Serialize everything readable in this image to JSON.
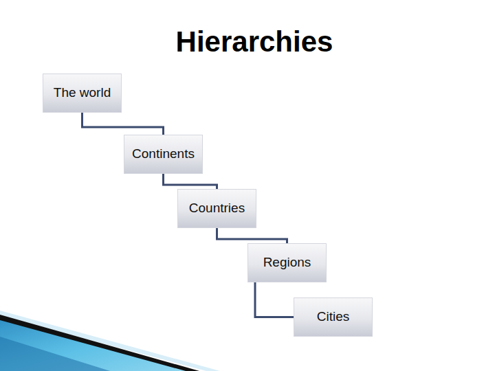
{
  "diagram": {
    "title": "Hierarchies",
    "nodes": [
      {
        "text": [
          "The world"
        ]
      },
      {
        "text": [
          "Continents"
        ]
      },
      {
        "text": [
          "Countries"
        ]
      },
      {
        "text": [
          "Regions"
        ]
      },
      {
        "text": [
          "Cities"
        ]
      }
    ],
    "edges": [
      {
        "from": 0,
        "to": 1,
        "arrow": "none"
      },
      {
        "from": 1,
        "to": 2,
        "arrow": "none"
      },
      {
        "from": 2,
        "to": 3,
        "arrow": "none"
      },
      {
        "from": 3,
        "to": 4,
        "arrow": "none"
      }
    ]
  }
}
